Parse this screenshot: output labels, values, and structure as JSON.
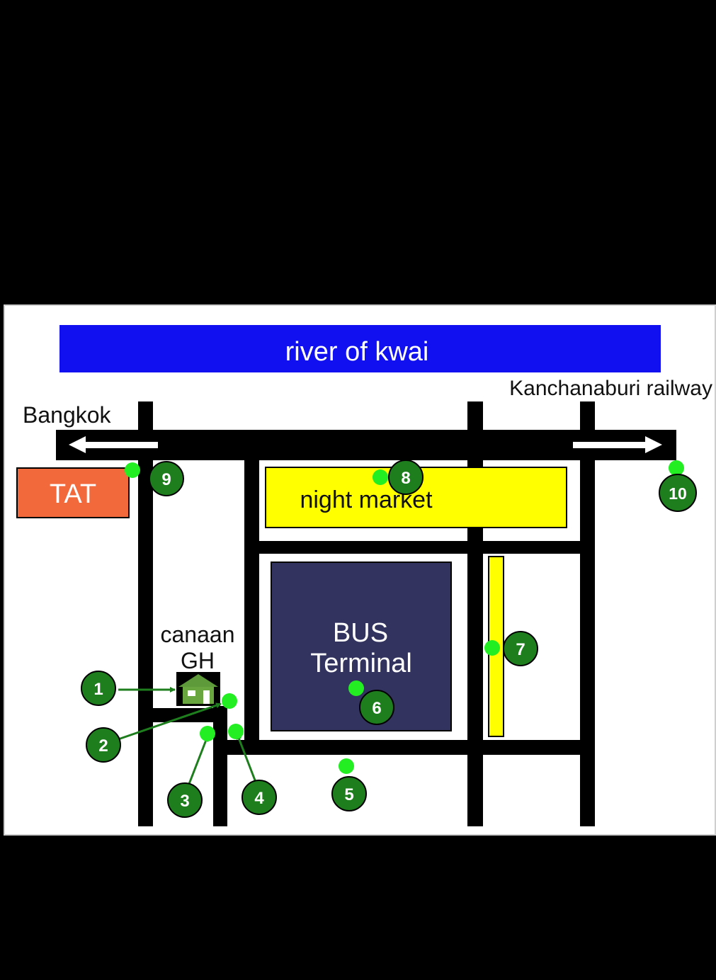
{
  "map": {
    "river_label": "river of kwai",
    "railway_label": "Kanchanaburi railway",
    "bangkok_label": "Bangkok",
    "tat_label": "TAT",
    "night_market_label": "night market",
    "bus_terminal_line1": "BUS",
    "bus_terminal_line2": "Terminal",
    "guesthouse_line1": "canaan",
    "guesthouse_line2": "GH",
    "markers": [
      "1",
      "2",
      "3",
      "4",
      "5",
      "6",
      "7",
      "8",
      "9",
      "10"
    ],
    "colors": {
      "river": "#1010f0",
      "tat": "#f26a3c",
      "night_market": "#ffff00",
      "bus_terminal": "#33335f",
      "marker_dark": "#1e7e1e",
      "marker_light": "#22ee22",
      "house": "#5f9a3a"
    },
    "icons": [
      "house-icon",
      "arrow-left-icon",
      "arrow-right-icon"
    ]
  }
}
